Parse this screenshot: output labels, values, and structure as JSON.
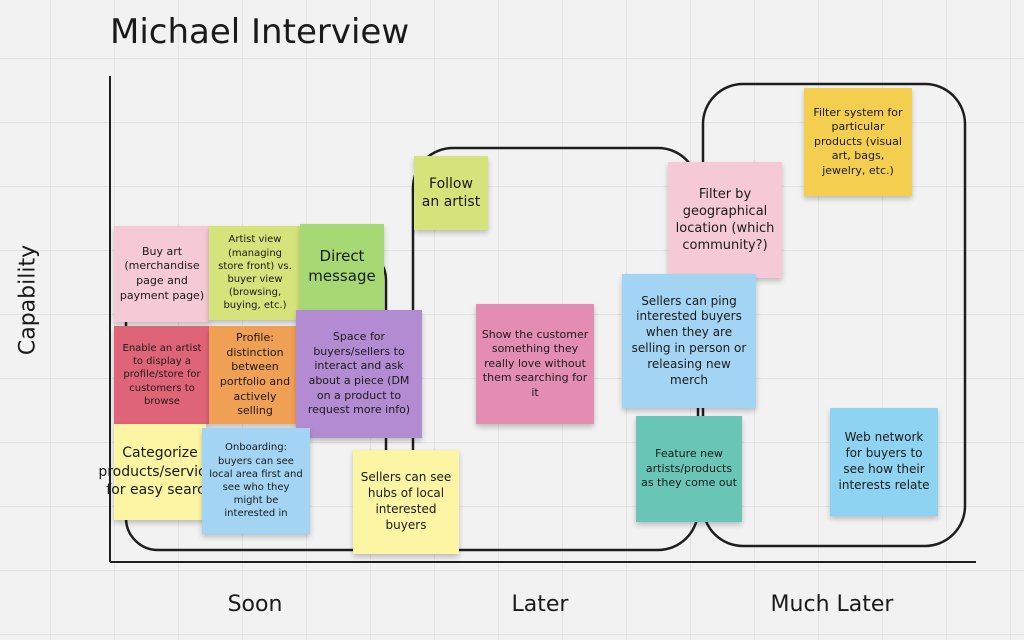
{
  "title": "Michael Interview",
  "y_axis_label": "Capability",
  "x_axis_labels": {
    "soon": "Soon",
    "later": "Later",
    "much_later": "Much Later"
  },
  "colors": {
    "pink": "#f6c9d6",
    "lime": "#d5e37b",
    "green": "#a6d873",
    "red": "#e06477",
    "orange": "#f0a055",
    "purple": "#b38bd3",
    "yellow": "#fbf5a4",
    "blue": "#a3d4f4",
    "magenta": "#e48db3",
    "teal": "#69c5b5",
    "cyan": "#8ed4f2",
    "gold": "#f4cf4f"
  },
  "notes": {
    "buy_art": "Buy art (merchandise page and payment page)",
    "artist_view": "Artist view (managing store front) vs. buyer view (browsing, buying, etc.)",
    "direct_message": "Direct message",
    "enable_artist": "Enable an artist to display a profile/store for customers to browse",
    "profile": "Profile: distinction between portfolio and actively selling",
    "space_for": "Space for buyers/sellers to interact and ask about a piece (DM on a product to request more info)",
    "categorize": "Categorize products/services for easy search",
    "onboarding": "Onboarding: buyers can see local area first and see who they might be interested in",
    "sellers_hubs": "Sellers can see hubs of local interested buyers",
    "follow_artist": "Follow an artist",
    "show_customer": "Show the customer something they really love without them searching for it",
    "filter_geo": "Filter by geographical location (which community?)",
    "sellers_ping": "Sellers can ping interested buyers when they are selling in person or releasing new merch",
    "feature_new": "Feature new artists/products as they come out",
    "filter_system": "Filter system for particular products (visual art, bags, jewelry, etc.)",
    "web_network": "Web network for buyers to see how their interests relate"
  }
}
